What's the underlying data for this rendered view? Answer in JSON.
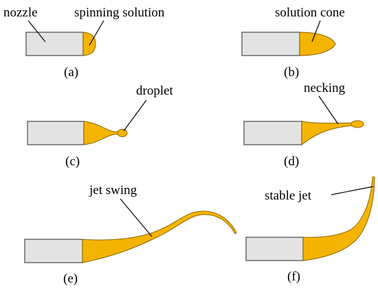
{
  "colors": {
    "solution": "#f5b400",
    "nozzle_fill": "#e3e3e3",
    "nozzle_outline": "#555555"
  },
  "labels": {
    "nozzle": "nozzle",
    "spinning_solution": "spinning solution",
    "solution_cone": "solution cone",
    "droplet": "droplet",
    "necking": "necking",
    "jet_swing": "jet swing",
    "stable_jet": "stable jet"
  },
  "panels": {
    "a": "(a)",
    "b": "(b)",
    "c": "(c)",
    "d": "(d)",
    "e": "(e)",
    "f": "(f)"
  }
}
